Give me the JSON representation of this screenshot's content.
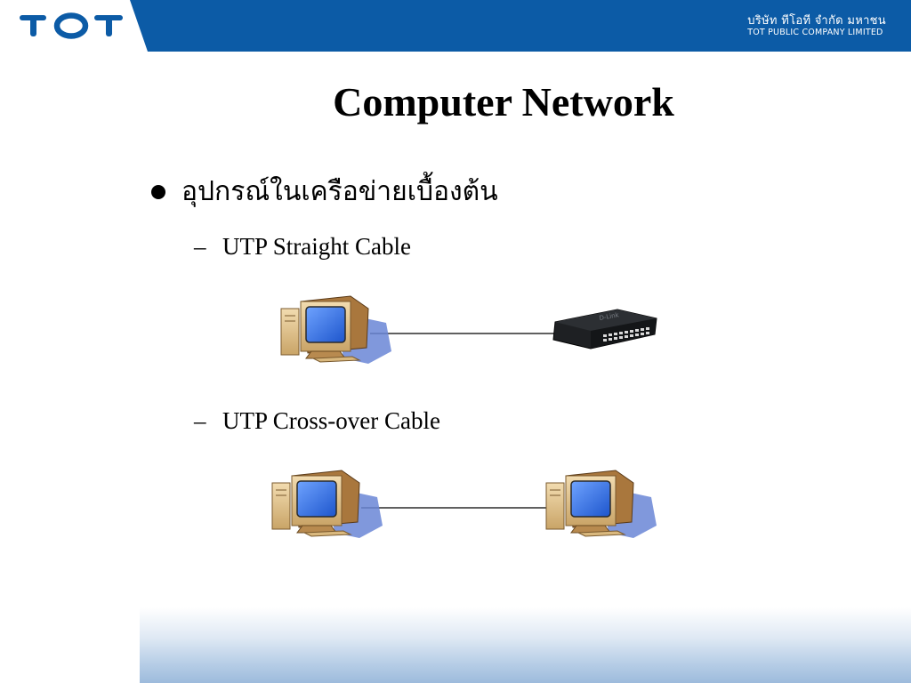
{
  "header": {
    "logo_text": "TOT",
    "company_thai": "บริษัท ทีโอที จำกัด มหาชน",
    "company_en": "TOT PUBLIC COMPANY LIMITED"
  },
  "slide": {
    "title": "Computer Network",
    "bullet": "อุปกรณ์ในเครือข่ายเบื้องต้น",
    "subitems": [
      {
        "dash": "–",
        "text": "UTP Straight Cable"
      },
      {
        "dash": "–",
        "text": "UTP Cross-over Cable"
      }
    ]
  },
  "diagram": {
    "switch_brand": "D-Link",
    "links": [
      {
        "from": "computer",
        "to": "switch",
        "cable": "UTP Straight Cable"
      },
      {
        "from": "computer",
        "to": "computer",
        "cable": "UTP Cross-over Cable"
      }
    ]
  },
  "colors": {
    "header_blue": "#0c5ba6",
    "screen_blue": "#2b6fe0",
    "computer_beige": "#e2c48e",
    "computer_shadow": "#6a86d6",
    "switch_dark": "#1e2023"
  },
  "icons": [
    "tot-logo",
    "computer-icon",
    "network-switch-icon"
  ]
}
